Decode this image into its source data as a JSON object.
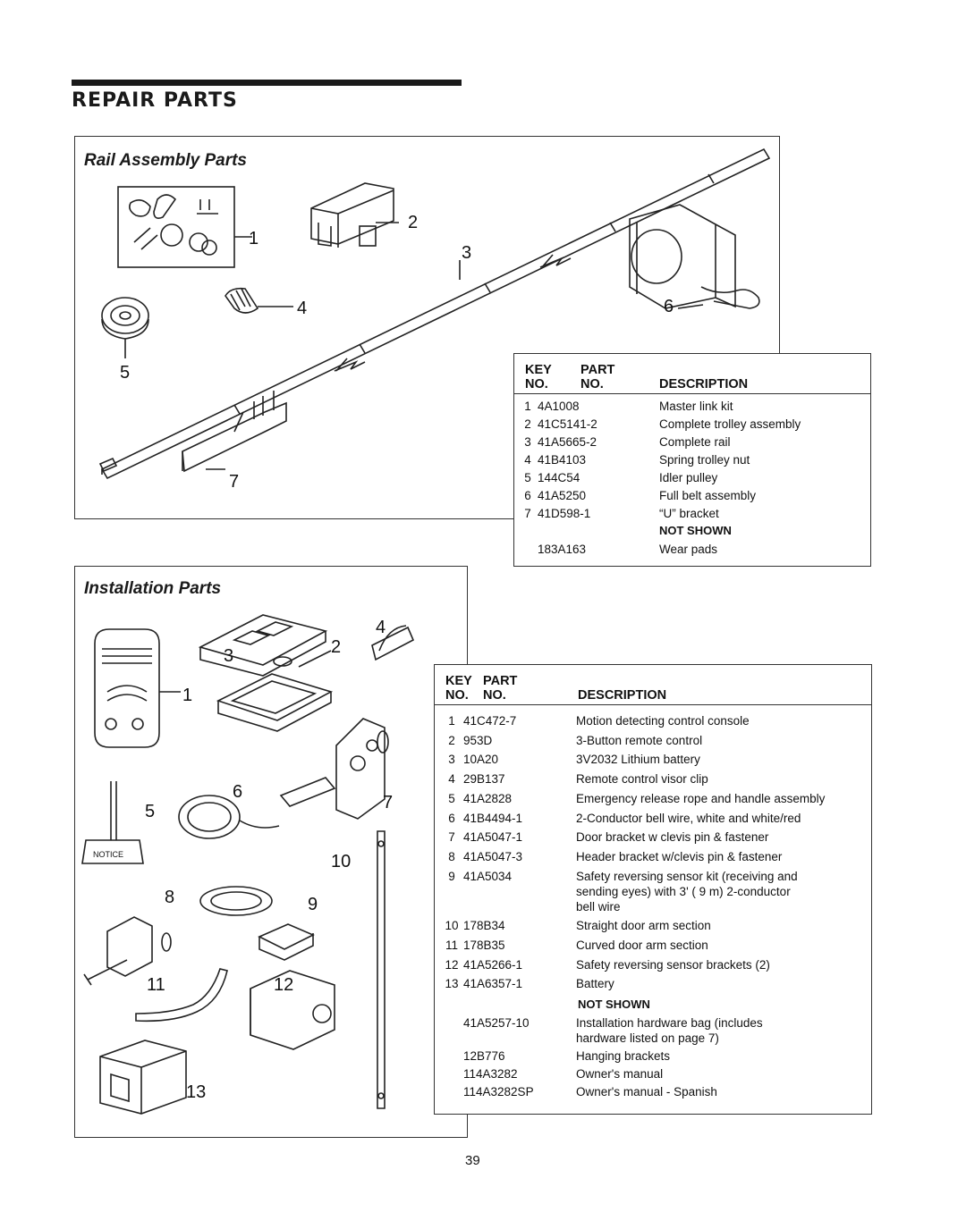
{
  "page_title": "REPAIR PARTS",
  "page_number": "39",
  "rail": {
    "title": "Rail Assembly Parts",
    "callouts": [
      "1",
      "2",
      "3",
      "4",
      "5",
      "6",
      "7"
    ],
    "headers": {
      "key1": "KEY",
      "key2": "NO.",
      "part1": "PART",
      "part2": "NO.",
      "desc": "DESCRIPTION"
    },
    "rows": [
      {
        "key": "1",
        "part": "4A1008",
        "desc": "Master link kit"
      },
      {
        "key": "2",
        "part": "41C5141-2",
        "desc": "Complete trolley assembly"
      },
      {
        "key": "3",
        "part": "41A5665-2",
        "desc": "Complete rail"
      },
      {
        "key": "4",
        "part": "41B4103",
        "desc": "Spring trolley nut"
      },
      {
        "key": "5",
        "part": "144C54",
        "desc": "Idler pulley"
      },
      {
        "key": "6",
        "part": "41A5250",
        "desc": "Full belt assembly"
      },
      {
        "key": "7",
        "part": "41D598-1",
        "desc": "“U” bracket"
      }
    ],
    "not_shown_label": "NOT SHOWN",
    "not_shown": [
      {
        "part": "183A163",
        "desc": "Wear pads"
      }
    ]
  },
  "install": {
    "title": "Installation Parts",
    "callouts": [
      "1",
      "2",
      "3",
      "4",
      "5",
      "6",
      "7",
      "8",
      "9",
      "10",
      "11",
      "12",
      "13"
    ],
    "notice_label": "NOTICE",
    "headers": {
      "key1": "KEY",
      "key2": "NO.",
      "part1": "PART",
      "part2": "NO.",
      "desc": "DESCRIPTION"
    },
    "rows": [
      {
        "key": "1",
        "part": "41C472-7",
        "desc": "Motion detecting control console"
      },
      {
        "key": "2",
        "part": "953D",
        "desc": "3-Button remote control"
      },
      {
        "key": "3",
        "part": "10A20",
        "desc": "3V2032 Lithium battery"
      },
      {
        "key": "4",
        "part": "29B137",
        "desc": "Remote control visor clip"
      },
      {
        "key": "5",
        "part": "41A2828",
        "desc": "Emergency release rope and handle assembly"
      },
      {
        "key": "6",
        "part": "41B4494-1",
        "desc": "2-Conductor bell wire, white and white/red"
      },
      {
        "key": "7",
        "part": "41A5047-1",
        "desc": "Door bracket w clevis pin & fastener"
      },
      {
        "key": "8",
        "part": "41A5047-3",
        "desc": "Header bracket w/clevis pin & fastener"
      },
      {
        "key": "9",
        "part": "41A5034",
        "desc": "Safety reversing sensor kit (receiving and\nsending eyes) with 3' ( 9 m) 2-conductor\nbell wire"
      },
      {
        "key": "10",
        "part": "178B34",
        "desc": "Straight door arm section"
      },
      {
        "key": "11",
        "part": "178B35",
        "desc": "Curved door arm section"
      },
      {
        "key": "12",
        "part": "41A5266-1",
        "desc": "Safety reversing sensor brackets (2)"
      },
      {
        "key": "13",
        "part": "41A6357-1",
        "desc": "Battery"
      }
    ],
    "not_shown_label": "NOT SHOWN",
    "not_shown": [
      {
        "part": "41A5257-10",
        "desc": "Installation hardware bag (includes\nhardware listed on page 7)"
      },
      {
        "part": "12B776",
        "desc": "Hanging brackets"
      },
      {
        "part": "114A3282",
        "desc": "Owner's manual"
      },
      {
        "part": "114A3282SP",
        "desc": "Owner's manual - Spanish"
      }
    ]
  }
}
